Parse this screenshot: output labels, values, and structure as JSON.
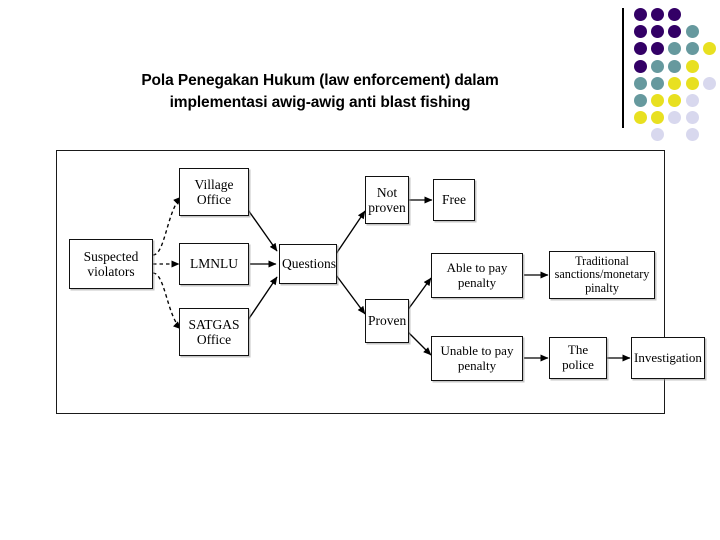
{
  "title": {
    "line1": "Pola Penegakan Hukum (law enforcement) dalam",
    "line2": "implementasi awig-awig anti blast fishing"
  },
  "decoration": {
    "name": "dot-grid",
    "divider_color": "#000000",
    "palette": {
      "dark_purple": "#330066",
      "teal": "#66999e",
      "yellow": "#e8e020",
      "lavender": "#d8d8ee"
    },
    "dots": [
      {
        "row": 0,
        "col": 0,
        "color": "#330066"
      },
      {
        "row": 0,
        "col": 1,
        "color": "#330066"
      },
      {
        "row": 0,
        "col": 2,
        "color": "#330066"
      },
      {
        "row": 1,
        "col": 0,
        "color": "#330066"
      },
      {
        "row": 1,
        "col": 1,
        "color": "#330066"
      },
      {
        "row": 1,
        "col": 2,
        "color": "#330066"
      },
      {
        "row": 1,
        "col": 3,
        "color": "#66999e"
      },
      {
        "row": 2,
        "col": 0,
        "color": "#330066"
      },
      {
        "row": 2,
        "col": 1,
        "color": "#330066"
      },
      {
        "row": 2,
        "col": 2,
        "color": "#66999e"
      },
      {
        "row": 2,
        "col": 3,
        "color": "#66999e"
      },
      {
        "row": 2,
        "col": 4,
        "color": "#e8e020"
      },
      {
        "row": 3,
        "col": 0,
        "color": "#330066"
      },
      {
        "row": 3,
        "col": 1,
        "color": "#66999e"
      },
      {
        "row": 3,
        "col": 2,
        "color": "#66999e"
      },
      {
        "row": 3,
        "col": 3,
        "color": "#e8e020"
      },
      {
        "row": 4,
        "col": 0,
        "color": "#66999e"
      },
      {
        "row": 4,
        "col": 1,
        "color": "#66999e"
      },
      {
        "row": 4,
        "col": 2,
        "color": "#e8e020"
      },
      {
        "row": 4,
        "col": 3,
        "color": "#e8e020"
      },
      {
        "row": 4,
        "col": 4,
        "color": "#d8d8ee"
      },
      {
        "row": 5,
        "col": 0,
        "color": "#66999e"
      },
      {
        "row": 5,
        "col": 1,
        "color": "#e8e020"
      },
      {
        "row": 5,
        "col": 2,
        "color": "#e8e020"
      },
      {
        "row": 5,
        "col": 3,
        "color": "#d8d8ee"
      },
      {
        "row": 6,
        "col": 0,
        "color": "#e8e020"
      },
      {
        "row": 6,
        "col": 1,
        "color": "#e8e020"
      },
      {
        "row": 6,
        "col": 2,
        "color": "#d8d8ee"
      },
      {
        "row": 6,
        "col": 3,
        "color": "#d8d8ee"
      },
      {
        "row": 7,
        "col": 1,
        "color": "#d8d8ee"
      },
      {
        "row": 7,
        "col": 3,
        "color": "#d8d8ee"
      }
    ]
  },
  "flowchart": {
    "nodes": {
      "suspected_violators": "Suspected\nviolators",
      "village_office": "Village\nOffice",
      "lmnlu": "LMNLU",
      "satgas_office": "SATGAS\nOffice",
      "questions": "Questions",
      "not_proven": "Not\nproven",
      "free": "Free",
      "proven": "Proven",
      "able_to_pay": "Able to pay\npenalty",
      "unable_to_pay": "Unable to pay\npenalty",
      "traditional_sanctions": "Traditional\nsanctions/monetary pinalty",
      "the_police": "The police",
      "investigation": "Investigation"
    },
    "edges": [
      {
        "from": "suspected_violators",
        "to": "village_office",
        "style": "dashed"
      },
      {
        "from": "suspected_violators",
        "to": "lmnlu",
        "style": "dashed"
      },
      {
        "from": "suspected_violators",
        "to": "satgas_office",
        "style": "dashed"
      },
      {
        "from": "village_office",
        "to": "questions",
        "style": "solid"
      },
      {
        "from": "lmnlu",
        "to": "questions",
        "style": "solid"
      },
      {
        "from": "satgas_office",
        "to": "questions",
        "style": "solid"
      },
      {
        "from": "questions",
        "to": "not_proven",
        "style": "solid"
      },
      {
        "from": "questions",
        "to": "proven",
        "style": "solid"
      },
      {
        "from": "not_proven",
        "to": "free",
        "style": "solid"
      },
      {
        "from": "proven",
        "to": "able_to_pay",
        "style": "solid"
      },
      {
        "from": "proven",
        "to": "unable_to_pay",
        "style": "solid"
      },
      {
        "from": "able_to_pay",
        "to": "traditional_sanctions",
        "style": "solid"
      },
      {
        "from": "unable_to_pay",
        "to": "the_police",
        "style": "solid"
      },
      {
        "from": "the_police",
        "to": "investigation",
        "style": "solid"
      }
    ]
  }
}
